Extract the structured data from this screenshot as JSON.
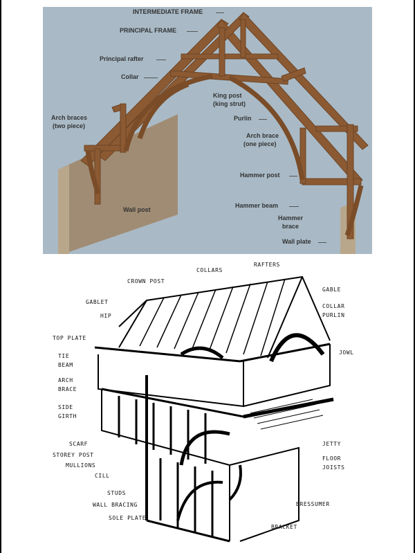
{
  "top_diagram": {
    "labels": {
      "intermediate_frame": "INTERMEDIATE FRAME",
      "principal_frame": "PRINCIPAL FRAME",
      "principal_rafter": "Principal rafter",
      "collar": "Collar",
      "king_post_1": "King post",
      "king_post_2": "(king strut)",
      "arch_braces_1": "Arch braces",
      "arch_braces_2": "(two piece)",
      "purlin": "Purlin",
      "arch_brace_1": "Arch brace",
      "arch_brace_2": "(one piece)",
      "hammer_post": "Hammer post",
      "wall_post": "Wall post",
      "hammer_beam": "Hammer beam",
      "hammer_brace_1": "Hammer",
      "hammer_brace_2": "brace",
      "wall_plate": "Wall plate"
    },
    "colors": {
      "background": "#a9bac6",
      "timber": "#8b5a33",
      "timber_dark": "#5e3a1f",
      "wall": "#a08c74"
    }
  },
  "bottom_diagram": {
    "labels": {
      "rafters": "RAFTERS",
      "collars": "COLLARS",
      "crown_post": "CROWN POST",
      "gable": "GABLE",
      "gablet": "GABLET",
      "collar_purlin_1": "COLLAR",
      "collar_purlin_2": "PURLIN",
      "hip": "HIP",
      "top_plate": "TOP PLATE",
      "jowl": "JOWL",
      "tie_beam_1": "TIE",
      "tie_beam_2": "BEAM",
      "arch_brace_1": "ARCH",
      "arch_brace_2": "BRACE",
      "side_girth_1": "SIDE",
      "side_girth_2": "GIRTH",
      "scarf": "SCARF",
      "storey_post": "STOREY POST",
      "mullions": "MULLIONS",
      "cill": "CILL",
      "jetty": "JETTY",
      "floor_joists_1": "FLOOR",
      "floor_joists_2": "JOISTS",
      "studs": "STUDS",
      "wall_bracing": "WALL BRACING",
      "sole_plate": "SOLE PLATE",
      "bressumer": "BRESSUMER",
      "bracket": "BRACKET"
    }
  }
}
